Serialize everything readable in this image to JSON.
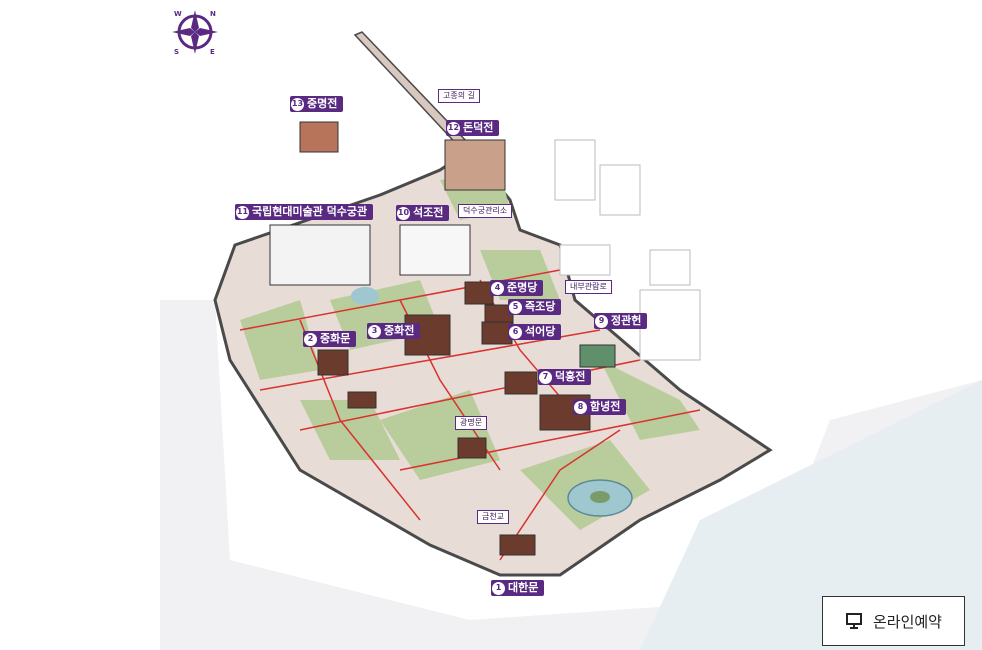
{
  "colors": {
    "accent": "#5a2a82",
    "grass": "#b9cc9b",
    "path": "#d9322f",
    "ground": "#e8ddd6",
    "water": "#9ec7cf",
    "wall": "#4a4a4a"
  },
  "compass": {
    "icon": "compass-rose-icon",
    "n": "N",
    "e": "E",
    "s": "S",
    "w": "W"
  },
  "landmarks": [
    {
      "num": "1",
      "name": "대한문"
    },
    {
      "num": "2",
      "name": "중화문"
    },
    {
      "num": "3",
      "name": "중화전"
    },
    {
      "num": "4",
      "name": "준명당"
    },
    {
      "num": "5",
      "name": "즉조당"
    },
    {
      "num": "6",
      "name": "석어당"
    },
    {
      "num": "7",
      "name": "덕홍전"
    },
    {
      "num": "8",
      "name": "함녕전"
    },
    {
      "num": "9",
      "name": "정관헌"
    },
    {
      "num": "10",
      "name": "석조전"
    },
    {
      "num": "11",
      "name": "국립현대미술관 덕수궁관"
    },
    {
      "num": "12",
      "name": "돈덕전"
    },
    {
      "num": "13",
      "name": "중명전"
    }
  ],
  "small_labels": {
    "gojong_road": "고종의 길",
    "office": "덕수궁관리소",
    "inner_road": "내부관람로",
    "gwangmyeongmun": "광명문",
    "geumcheongyo": "금천교"
  },
  "reserve_button": {
    "label": "온라인예약",
    "icon": "monitor-icon"
  }
}
